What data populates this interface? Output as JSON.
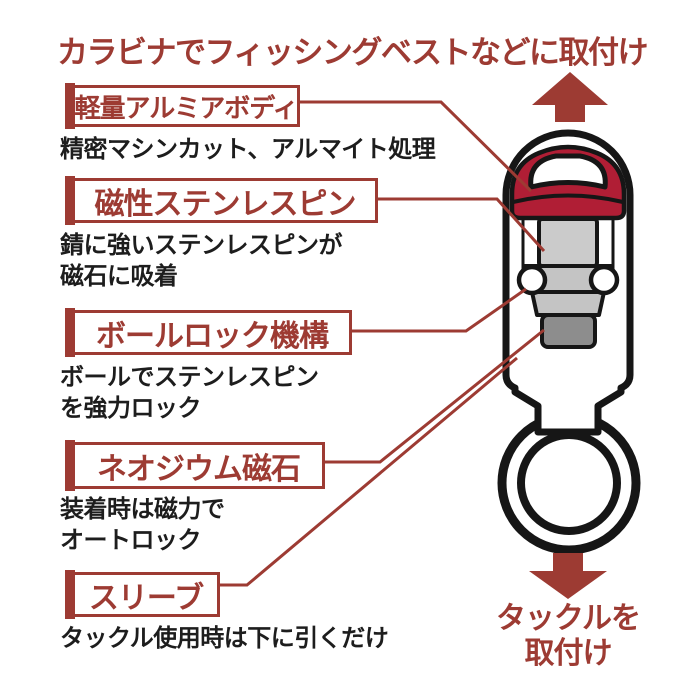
{
  "colors": {
    "accent": "#9d3b33",
    "cap_red": "#b01e35",
    "outline": "#161616",
    "text": "#1d1d1d",
    "metal_light": "#cbcbcb",
    "metal_mid": "#c4c4c4",
    "magnet_gray": "#8d8d8d"
  },
  "captions": {
    "top": "カラビナでフィッシングベストなどに取付け",
    "bottom": "タックルを\n取付け"
  },
  "features": [
    {
      "label": "軽量アルミアボディ",
      "description": "精密マシンカット、アルマイト処理"
    },
    {
      "label": "磁性ステンレスピン",
      "description": "錆に強いステンレスピンが\n磁石に吸着"
    },
    {
      "label": "ボールロック機構",
      "description": "ボールでステンレスピン\nを強力ロック"
    },
    {
      "label": "ネオジウム磁石",
      "description": "装着時は磁力で\nオートロック"
    },
    {
      "label": "スリーブ",
      "description": "タックル使用時は下に引くだけ"
    }
  ],
  "icons": {
    "up_arrow": "attach-direction-up",
    "down_arrow": "attach-direction-down"
  }
}
